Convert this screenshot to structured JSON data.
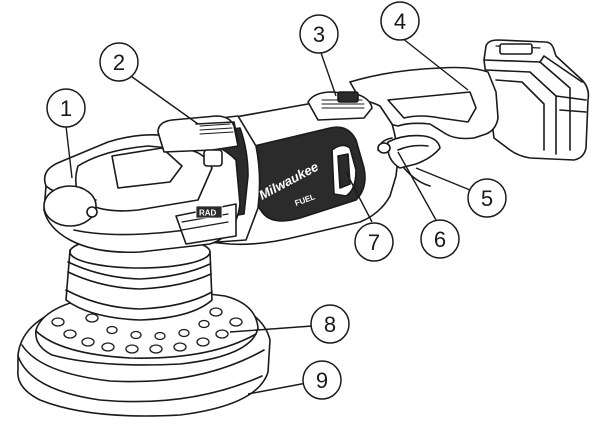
{
  "diagram": {
    "callouts": [
      {
        "id": "1",
        "label": "1"
      },
      {
        "id": "2",
        "label": "2"
      },
      {
        "id": "3",
        "label": "3"
      },
      {
        "id": "4",
        "label": "4"
      },
      {
        "id": "5",
        "label": "5"
      },
      {
        "id": "6",
        "label": "6"
      },
      {
        "id": "7",
        "label": "7"
      },
      {
        "id": "8",
        "label": "8"
      },
      {
        "id": "9",
        "label": "9"
      }
    ],
    "brand_text": "Milwaukee",
    "sub_brand_text": "FUEL",
    "badge_text": "RAD",
    "colors": {
      "line": "#1a1a1a",
      "body_dark": "#2b2b2b",
      "fill_light": "#ffffff"
    }
  }
}
